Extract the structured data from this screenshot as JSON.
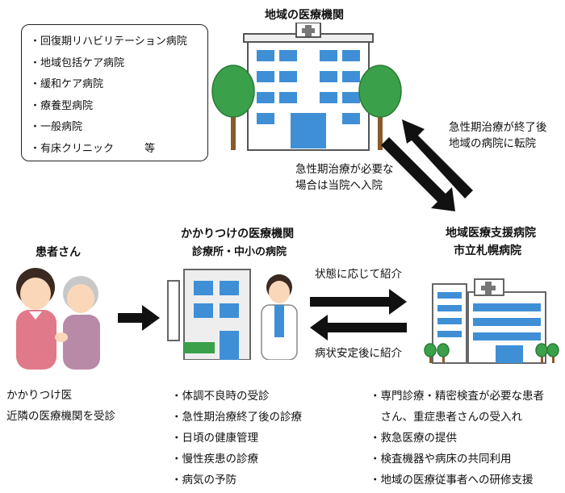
{
  "regional": {
    "title": "地域の医療機関",
    "list": [
      "・回復期リハビリテーション病院",
      "・地域包括ケア病院",
      "・緩和ケア病院",
      "・療養型病院",
      "・一般病院",
      "・有床クリニック"
    ],
    "list_suffix": "等"
  },
  "arrows": {
    "to_hospital": [
      "急性期治療が必要な",
      "場合は当院へ入院"
    ],
    "to_regional": [
      "急性期治療が終了後",
      "地域の病院に転院"
    ],
    "refer": "状態に応じて紹介",
    "return": "病状安定後に紹介"
  },
  "patient": {
    "title": "患者さん",
    "notes": [
      "かかりつけ医",
      "近隣の医療機関を受診"
    ]
  },
  "clinic": {
    "title": "かかりつけの医療機関",
    "subtitle": "診療所・中小の病院",
    "roles": [
      "・体調不良時の受診",
      "・急性期治療終了後の診療",
      "・日頃の健康管理",
      "・慢性疾患の診療",
      "・病気の予防"
    ]
  },
  "hospital": {
    "title": "地域医療支援病院",
    "subtitle": "市立札幌病院",
    "roles": [
      "・専門診療・精密検査が必要な患者",
      "　さん、重症患者さんの受入れ",
      "・救急医療の提供",
      "・検査機器や病床の共同利用",
      "・地域の医療従事者への研修支援"
    ]
  },
  "colors": {
    "building": "#ffffff",
    "window": "#3f8fd6",
    "tree": "#3aa14a",
    "arrow": "#111111"
  }
}
